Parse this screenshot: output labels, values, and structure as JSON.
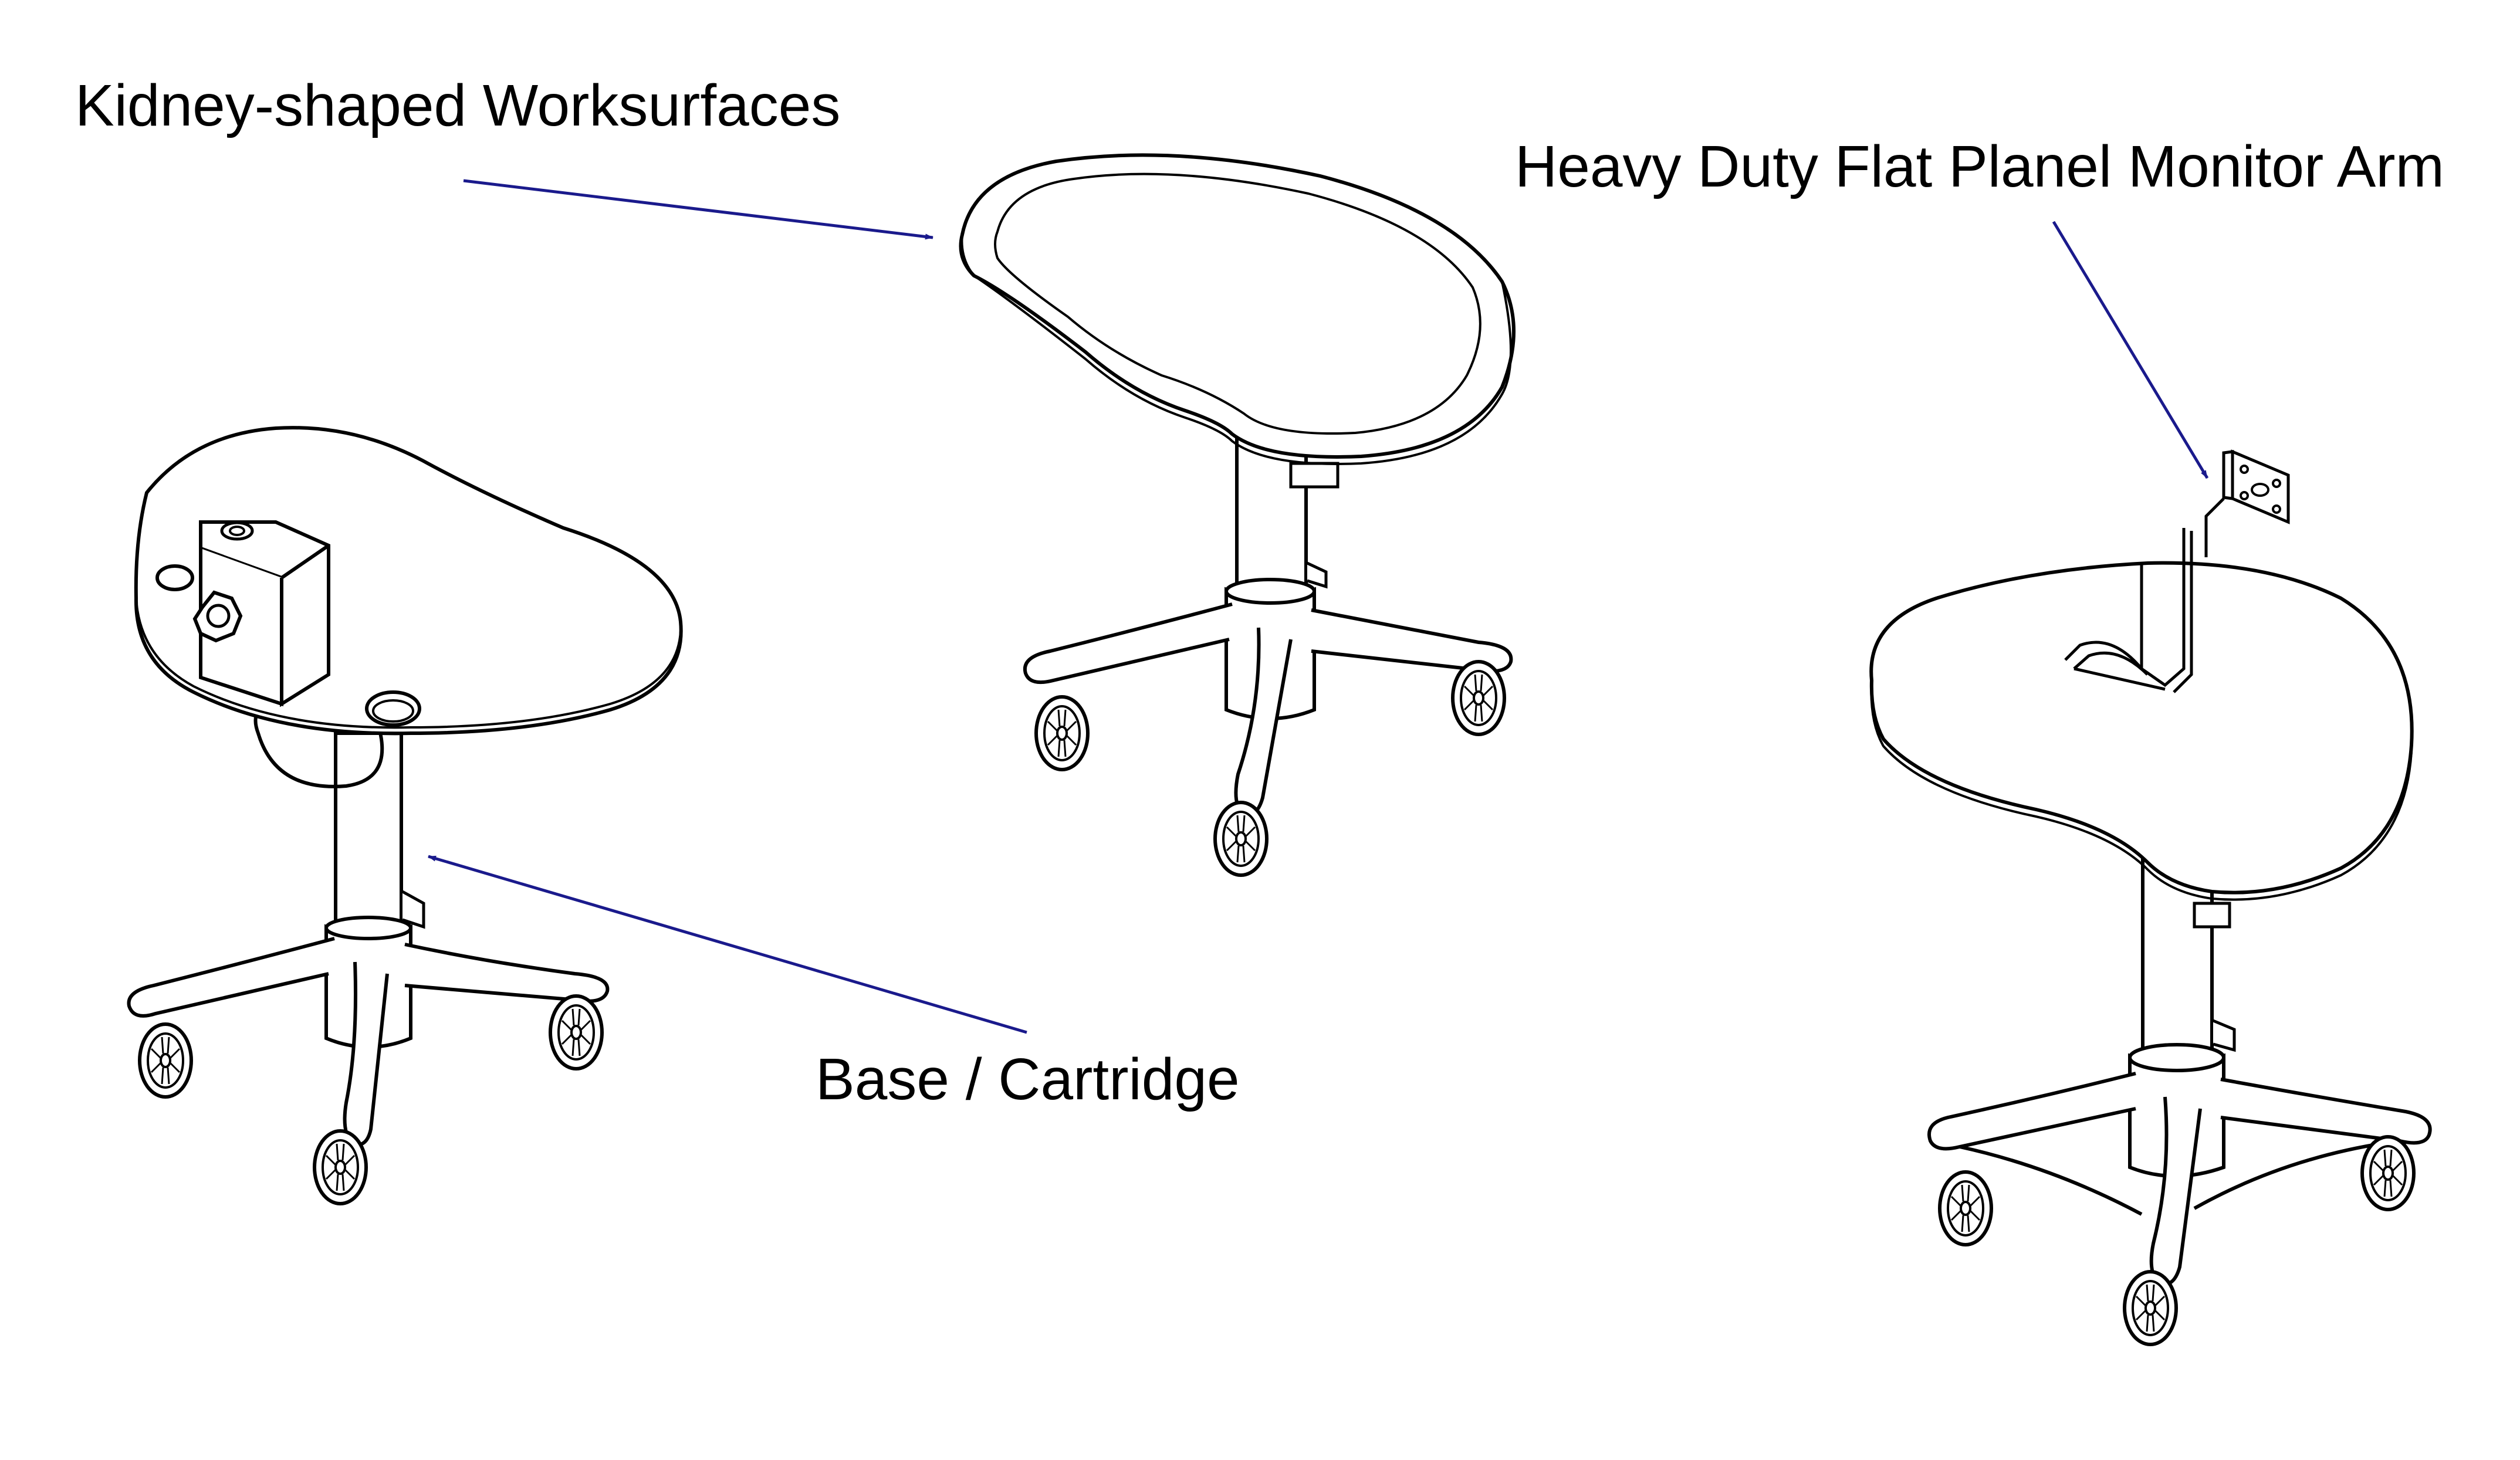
{
  "labels": {
    "worksurfaces": "Kidney-shaped Worksurfaces",
    "monitor_arm": "Heavy Duty Flat Planel Monitor Arm",
    "base": "Base / Cartridge"
  },
  "colors": {
    "leader_arrow": "#1a1a8c",
    "line_art": "#000000",
    "background": "#ffffff"
  }
}
